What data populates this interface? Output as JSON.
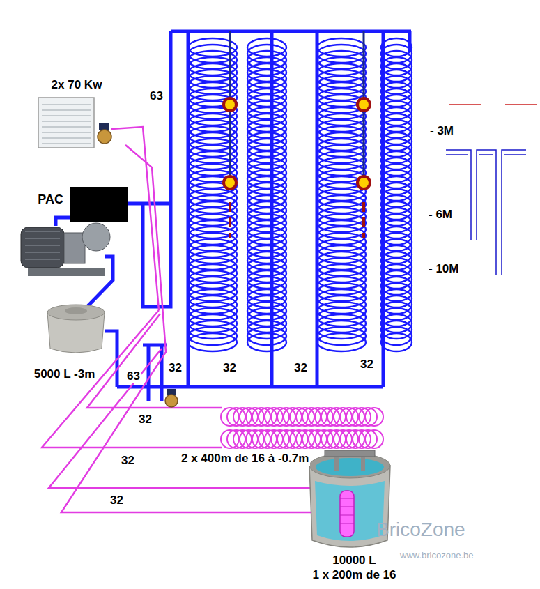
{
  "diagram": {
    "nodes": [
      {
        "text": [
          "2x 70 Kw"
        ]
      },
      {
        "text": [
          "PAC"
        ]
      },
      {
        "text": [
          "5000 L -3m"
        ]
      },
      {
        "text": [
          "10000 L",
          "1 x 200m de 16"
        ]
      }
    ],
    "edges": [
      {
        "from": 0,
        "to": 3,
        "arrow": "none"
      }
    ],
    "labels": [
      "63",
      "- 3M",
      "- 6M",
      "- 10M",
      "63",
      "32",
      "32",
      "32",
      "32",
      "32",
      "32",
      "32",
      "2 x 400m de 16 à -0.7m",
      "BricoZone",
      "www.bricozone.be"
    ]
  }
}
